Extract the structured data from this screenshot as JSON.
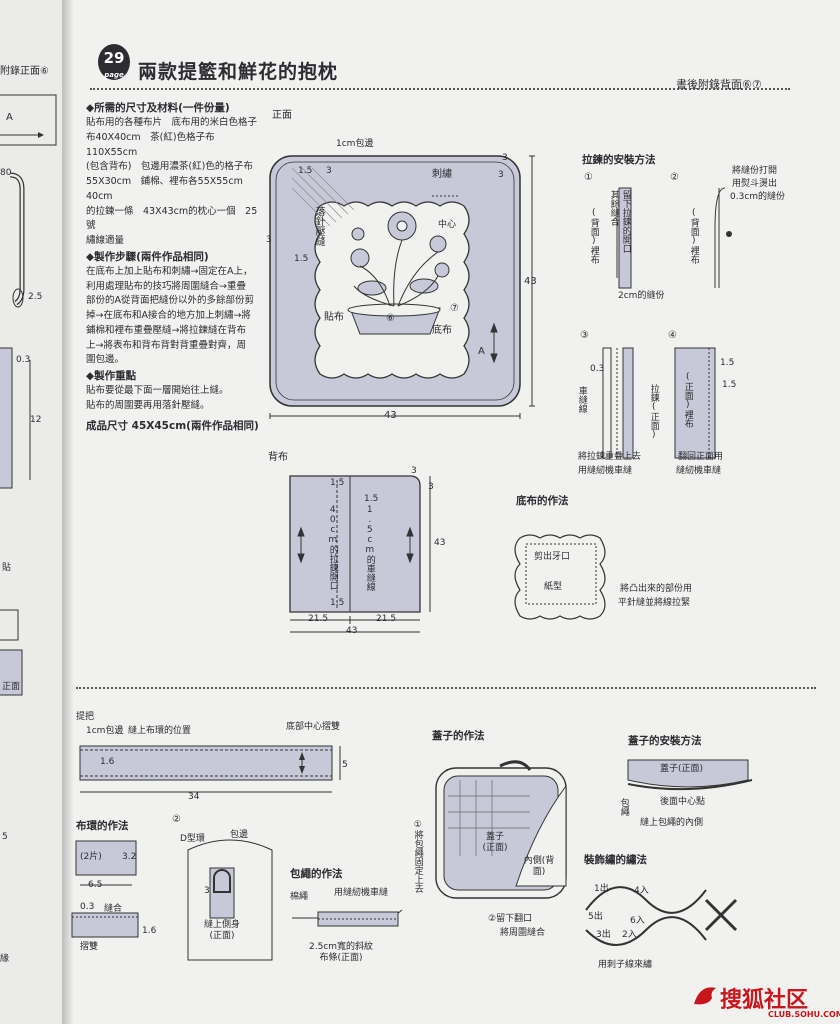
{
  "header": {
    "number": "29",
    "number_sub": "page",
    "title": "兩款提籃和鮮花的抱枕",
    "page_ref": "書後附錄背面⑥⑦",
    "left_edge_ref": "附錄正面⑥"
  },
  "materials": {
    "heading1": "◆所需的尺寸及材料(一件份量)",
    "lines1": [
      "貼布用的各種布片　底布用的米白色格子",
      "布40X40cm　茶(紅)色格子布110X55cm",
      "(包含背布)　包邊用濃茶(紅)色的格子布",
      "55X30cm　鋪棉、裡布各55X55cm　40cm",
      "的拉鍊一條　43X43cm的枕心一個　25號",
      "繡線適量"
    ],
    "heading2": "◆製作步驟(兩件作品相同)",
    "lines2": [
      "在底布上加上貼布和刺繡→固定在A上，",
      "利用處理貼布的技巧將周圍縫合→重疊",
      "部份的A從背面把縫份以外的多餘部份剪",
      "掉→在底布和A接合的地方加上刺繡→將",
      "鋪棉和裡布重疊壓縫→將拉鍊縫在背布",
      "上→將表布和背布背對背重疊對齊，周",
      "圍包邊。"
    ],
    "heading3": "◆製作重點",
    "lines3": [
      "貼布要從最下面一層開始往上縫。",
      "貼布的周圍要再用落針壓縫。"
    ],
    "finished": "成品尺寸 45X45cm(兩件作品相同)"
  },
  "front": {
    "label": "正面",
    "binding": "1cm包邊",
    "embroidery": "刺繡",
    "quilting": "落針壓縫",
    "center": "中心",
    "applique": "貼布",
    "bottom": "底布",
    "part": "A",
    "num6": "⑥",
    "num7": "⑦",
    "dim_w": "43",
    "dim_h": "43",
    "d15a": "1.5",
    "d15b": "1.5",
    "d3a": "3",
    "d3b": "3",
    "d3c": "3",
    "d3d": "3"
  },
  "back": {
    "label": "背布",
    "zip_opening": "40cm的拉鍊開口",
    "machine_seam": "1.5cm的車縫線",
    "d15a": "1.5",
    "d15b": "1.5",
    "d15c": "1.5",
    "w1": "21.5",
    "w2": "21.5",
    "w": "43",
    "h": "43",
    "d3a": "3",
    "d3b": "3"
  },
  "zipper": {
    "title": "拉鍊的安裝方法",
    "s1": "①",
    "s1_back": "(背面)裡布",
    "s1_leave": "留下拉鍊的開口",
    "s1_other": "其餘縫合",
    "s1_allow": "2cm的縫份",
    "s2": "②",
    "s2_back": "(背面)裡布",
    "s2_note1": "將縫份打開",
    "s2_note2": "用熨斗燙出",
    "s2_note3": "0.3cm的縫份",
    "s3": "③",
    "s3_d": "0.3",
    "s3_seam": "車縫線",
    "s3_zip": "拉鍊(正面)",
    "s3_note1": "將拉鍊重疊上去",
    "s3_note2": "用縫紉機車縫",
    "s4": "④",
    "s4_front": "(正面)裡布",
    "s4_d1": "1.5",
    "s4_d2": "1.5",
    "s4_note1": "翻回正面用",
    "s4_note2": "縫紉機車縫"
  },
  "base": {
    "title": "底布的作法",
    "cut": "剪出牙口",
    "paper": "紙型",
    "note1": "將凸出來的部份用",
    "note2": "平針縫並將線拉緊"
  },
  "handle": {
    "label": "提把",
    "binding": "1cm包邊",
    "ring_pos": "縫上布環的位置",
    "center_fold": "底部中心摺雙",
    "d16": "1.6",
    "d5": "5",
    "len": "34",
    "loop_title": "布環的作法",
    "loop_num": "(2片)",
    "d32": "3.2",
    "d65": "6.5",
    "d03": "0.3",
    "sew": "縫合",
    "fold": "摺雙",
    "d16b": "1.6",
    "s2": "②",
    "dring": "D型環",
    "bind2": "包邊",
    "d3": "3",
    "sew_body": "縫上側身(正面)"
  },
  "cord": {
    "title": "包繩的作法",
    "cotton": "棉繩",
    "machine": "用縫紉機車縫",
    "strip": "2.5cm寬的斜紋布條(正面)"
  },
  "lid": {
    "title": "蓋子的作法",
    "s1": "①將包繩固定上去",
    "lid_front": "蓋子(正面)",
    "inside": "內側(背面)",
    "s2a": "②留下翻口",
    "s2b": "將周圍縫合"
  },
  "lid_attach": {
    "title": "蓋子的安裝方法",
    "lid": "蓋子(正面)",
    "back_center": "後面中心點",
    "cord": "包繩",
    "sew": "縫上包繩的內側"
  },
  "embroid": {
    "title": "裝飾繡的繡法",
    "out1": "1出",
    "in4": "4入",
    "out5": "5出",
    "in6": "6入",
    "out3": "3出",
    "in2": "2入",
    "note": "用刺子線來繡"
  },
  "left_fragments": {
    "a": "A",
    "d80": "80",
    "d25": "2.5",
    "d03": "0.3",
    "d12": "12",
    "pin": "貼",
    "front": "正面",
    "n5": "5",
    "misc": "緣"
  },
  "logo": {
    "cn": "搜狐社区",
    "en": "CLUB.SOHU.COM"
  },
  "colors": {
    "ink": "#2c2c32",
    "fill": "#c7c9d9",
    "logo": "#c8161d"
  }
}
